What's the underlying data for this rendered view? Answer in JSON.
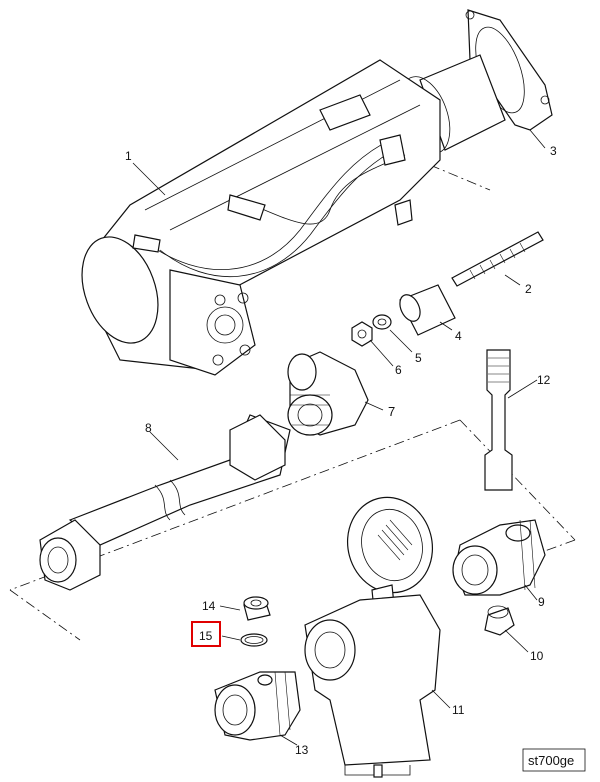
{
  "callouts": {
    "c1": "1",
    "c2": "2",
    "c3": "3",
    "c4": "4",
    "c5": "5",
    "c6": "6",
    "c7": "7",
    "c8": "8",
    "c9": "9",
    "c10": "10",
    "c11": "11",
    "c12": "12",
    "c13": "13",
    "c14": "14",
    "c15": "15"
  },
  "drawing_tag": "st700ge",
  "colors": {
    "highlight": "#e00000",
    "ink": "#111111"
  }
}
